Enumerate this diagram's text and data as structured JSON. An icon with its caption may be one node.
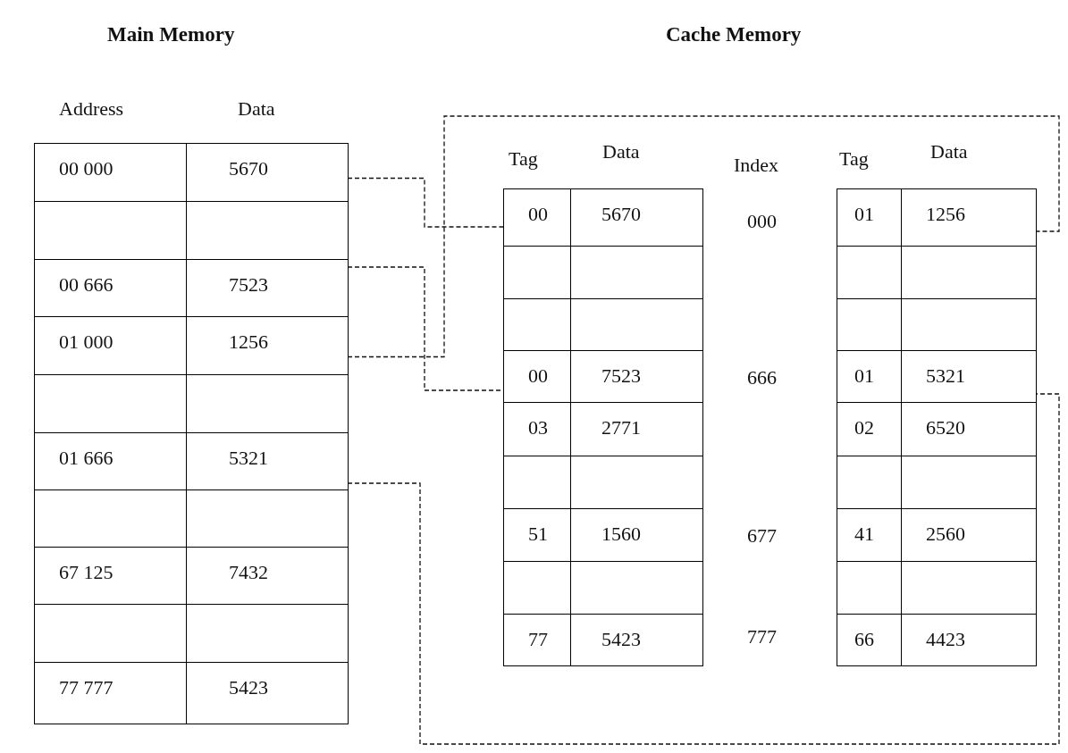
{
  "diagram": {
    "nodes": [
      {
        "text": [
          "Address",
          "Data"
        ]
      },
      {
        "text": [
          "00 000",
          "5670"
        ],
        "in": 0
      },
      {
        "text": [],
        "shape": "box",
        "in": 0
      },
      {
        "text": [
          "00 666",
          "7523"
        ],
        "in": 0
      },
      {
        "text": [
          "01 000",
          "1256"
        ],
        "in": 0
      },
      {
        "text": [],
        "shape": "box",
        "in": 0
      },
      {
        "text": [
          "01 666",
          "5321"
        ],
        "in": 0
      },
      {
        "text": [],
        "shape": "box",
        "in": 0
      },
      {
        "text": [
          "67 125",
          "7432"
        ],
        "in": 0
      },
      {
        "text": [],
        "shape": "box",
        "in": 0
      },
      {
        "text": [
          "77 777",
          "5423"
        ],
        "in": 0
      },
      {
        "text": [
          "Tag",
          "Data"
        ]
      },
      {
        "text": [
          "00",
          "5670"
        ],
        "in": 11
      },
      {
        "text": [],
        "shape": "box",
        "in": 11
      },
      {
        "text": [],
        "shape": "box",
        "in": 11
      },
      {
        "text": [
          "00",
          "7523"
        ],
        "in": 11
      },
      {
        "text": [
          "03",
          "2771"
        ],
        "in": 11
      },
      {
        "text": [],
        "shape": "box",
        "in": 11
      },
      {
        "text": [
          "51",
          "1560"
        ],
        "in": 11
      },
      {
        "text": [],
        "shape": "box",
        "in": 11
      },
      {
        "text": [
          "77",
          "5423"
        ],
        "in": 11
      },
      {
        "text": [
          "Tag",
          "Data"
        ]
      },
      {
        "text": [
          "01",
          "1256"
        ],
        "in": 21
      },
      {
        "text": [],
        "shape": "box",
        "in": 21
      },
      {
        "text": [],
        "shape": "box",
        "in": 21
      },
      {
        "text": [
          "01",
          "5321"
        ],
        "in": 21
      },
      {
        "text": [
          "02",
          "6520"
        ],
        "in": 21
      },
      {
        "text": [],
        "shape": "box",
        "in": 21
      },
      {
        "text": [
          "41",
          "2560"
        ],
        "in": 21
      },
      {
        "text": [],
        "shape": "box",
        "in": 21
      },
      {
        "text": [
          "66",
          "4423"
        ],
        "in": 21
      }
    ],
    "edges": [
      {
        "from": 1,
        "to": 12,
        "arrow": "none",
        "style": "dashed"
      },
      {
        "from": 3,
        "to": 15,
        "arrow": "none",
        "style": "dashed"
      },
      {
        "from": 4,
        "to": 22,
        "arrow": "none",
        "style": "dashed"
      },
      {
        "from": 6,
        "to": 25,
        "arrow": "none",
        "style": "dashed"
      }
    ],
    "labels": [
      "Main Memory",
      "Cache Memory",
      "Index",
      "000",
      "666",
      "677",
      "777"
    ]
  }
}
